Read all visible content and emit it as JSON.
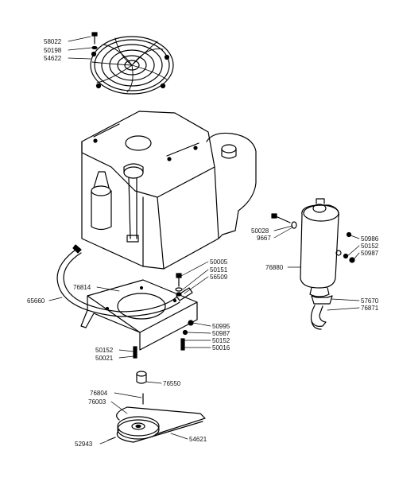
{
  "callouts": [
    {
      "id": "58022",
      "text": "58022"
    },
    {
      "id": "50198",
      "text": "50198"
    },
    {
      "id": "54622",
      "text": "54622"
    },
    {
      "id": "50005",
      "text": "50005"
    },
    {
      "id": "50151",
      "text": "50151"
    },
    {
      "id": "56509",
      "text": "56509"
    },
    {
      "id": "76814",
      "text": "76814"
    },
    {
      "id": "65660",
      "text": "65660"
    },
    {
      "id": "50995",
      "text": "50995"
    },
    {
      "id": "50987a",
      "text": "50987"
    },
    {
      "id": "50152a",
      "text": "50152"
    },
    {
      "id": "50016",
      "text": "50016"
    },
    {
      "id": "50152b",
      "text": "50152"
    },
    {
      "id": "50021",
      "text": "50021"
    },
    {
      "id": "76550",
      "text": "76550"
    },
    {
      "id": "76804",
      "text": "76804"
    },
    {
      "id": "76003",
      "text": "76003"
    },
    {
      "id": "52943",
      "text": "52943"
    },
    {
      "id": "54621",
      "text": "54621"
    },
    {
      "id": "50028",
      "text": "50028"
    },
    {
      "id": "9667",
      "text": "9667"
    },
    {
      "id": "76880",
      "text": "76880"
    },
    {
      "id": "50986",
      "text": "50986"
    },
    {
      "id": "50152c",
      "text": "50152"
    },
    {
      "id": "50987b",
      "text": "50987"
    },
    {
      "id": "57670",
      "text": "57670"
    },
    {
      "id": "76871",
      "text": "76871"
    }
  ]
}
